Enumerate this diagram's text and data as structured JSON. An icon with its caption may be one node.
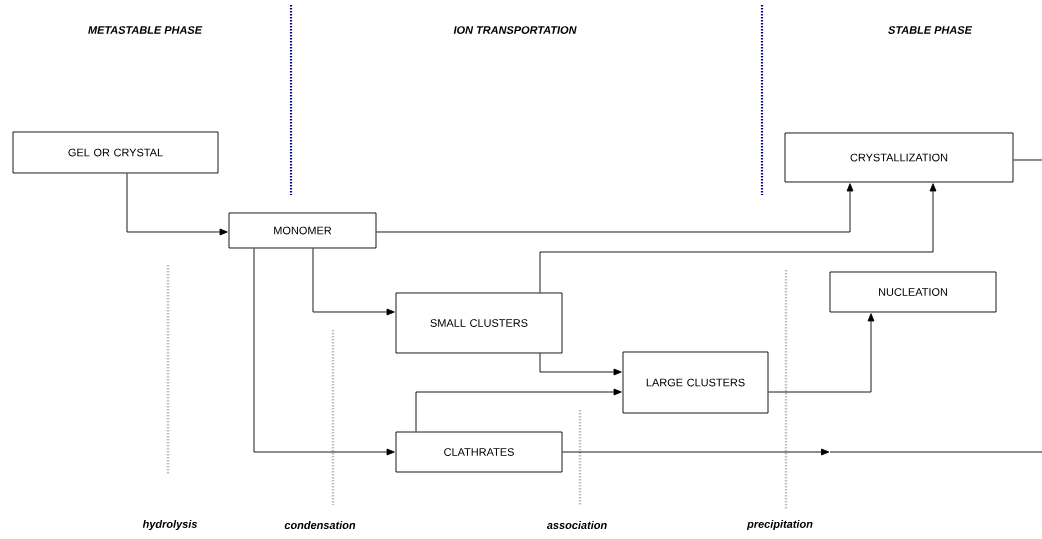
{
  "diagram": {
    "nodes": [
      {
        "text": [
          "GEL OR CRYSTAL"
        ]
      },
      {
        "text": [
          "MONOMER"
        ]
      },
      {
        "text": [
          "CRYSTALLIZATION"
        ]
      },
      {
        "text": [
          "NUCLEATION"
        ]
      },
      {
        "text": [
          "SMALL CLUSTERS"
        ]
      },
      {
        "text": [
          "LARGE CLUSTERS"
        ]
      },
      {
        "text": [
          "CLATHRATES"
        ]
      }
    ],
    "edges": [
      {
        "from": 0,
        "to": 1,
        "arrow": "to"
      },
      {
        "from": 1,
        "to": 2,
        "arrow": "to"
      },
      {
        "from": 4,
        "to": 2,
        "arrow": "to"
      },
      {
        "from": 1,
        "to": 4,
        "arrow": "to"
      },
      {
        "from": 1,
        "to": 6,
        "arrow": "to"
      },
      {
        "from": 4,
        "to": 5,
        "arrow": "to"
      },
      {
        "from": 6,
        "to": 5,
        "arrow": "to"
      },
      {
        "from": 5,
        "to": 3,
        "arrow": "to"
      },
      {
        "from": 6,
        "to": null,
        "arrow": "to"
      },
      {
        "from": 2,
        "to": null,
        "arrow": "none"
      }
    ],
    "labels": [
      "METASTABLE PHASE",
      "ION TRANSPORTATION",
      "STABLE PHASE",
      "hydrolysis",
      "condensation",
      "association",
      "precipitation"
    ]
  }
}
